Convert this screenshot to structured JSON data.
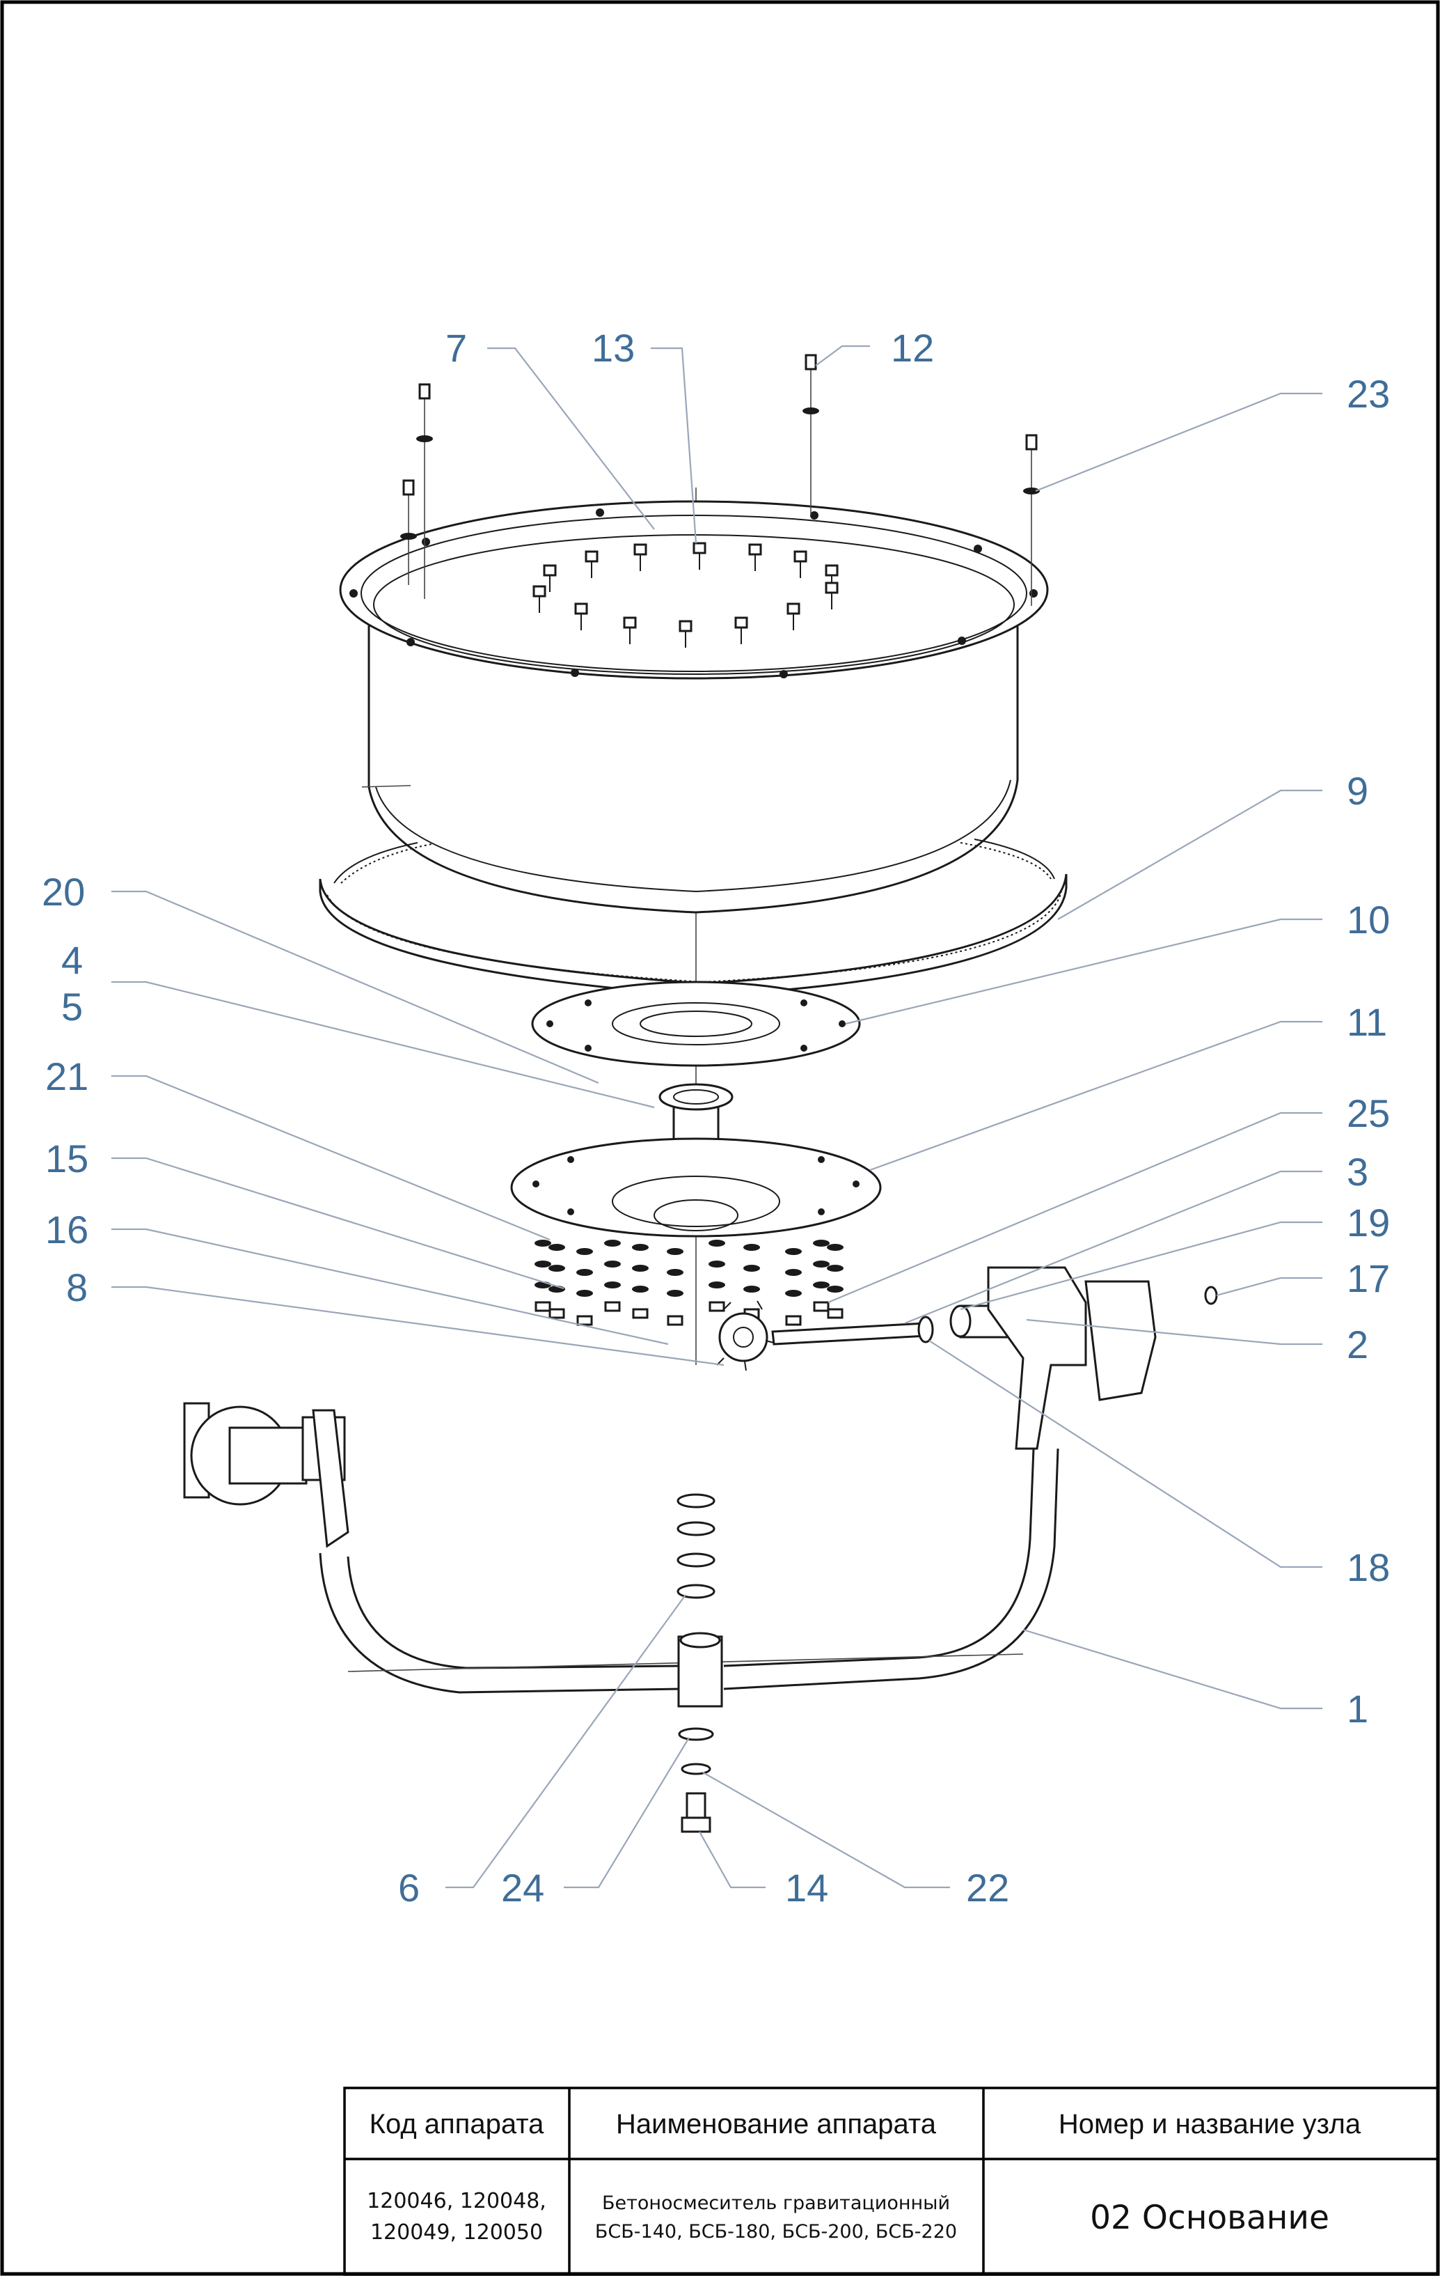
{
  "callouts": [
    {
      "id": "1",
      "label": "1"
    },
    {
      "id": "2",
      "label": "2"
    },
    {
      "id": "3",
      "label": "3"
    },
    {
      "id": "4",
      "label": "4"
    },
    {
      "id": "5",
      "label": "5"
    },
    {
      "id": "6",
      "label": "6"
    },
    {
      "id": "7",
      "label": "7"
    },
    {
      "id": "8",
      "label": "8"
    },
    {
      "id": "9",
      "label": "9"
    },
    {
      "id": "10",
      "label": "10"
    },
    {
      "id": "11",
      "label": "11"
    },
    {
      "id": "12",
      "label": "12"
    },
    {
      "id": "13",
      "label": "13"
    },
    {
      "id": "14",
      "label": "14"
    },
    {
      "id": "15",
      "label": "15"
    },
    {
      "id": "16",
      "label": "16"
    },
    {
      "id": "17",
      "label": "17"
    },
    {
      "id": "18",
      "label": "18"
    },
    {
      "id": "19",
      "label": "19"
    },
    {
      "id": "20",
      "label": "20"
    },
    {
      "id": "21",
      "label": "21"
    },
    {
      "id": "22",
      "label": "22"
    },
    {
      "id": "23",
      "label": "23"
    },
    {
      "id": "24",
      "label": "24"
    },
    {
      "id": "25",
      "label": "25"
    }
  ],
  "title_block": {
    "col1_header": "Код аппарата",
    "col2_header": "Наименование аппарата",
    "col3_header": "Номер и название узла",
    "codes_line1": "120046, 120048,",
    "codes_line2": "120049, 120050",
    "name_line1": "Бетоносмеситель гравитационный",
    "name_line2": "БСБ-140, БСБ-180, БСБ-200, БСБ-220",
    "assembly": "02 Основание"
  },
  "colors": {
    "callout": "#3f6d97",
    "leader": "#9aa6b8",
    "linework": "#1a1a1a"
  }
}
